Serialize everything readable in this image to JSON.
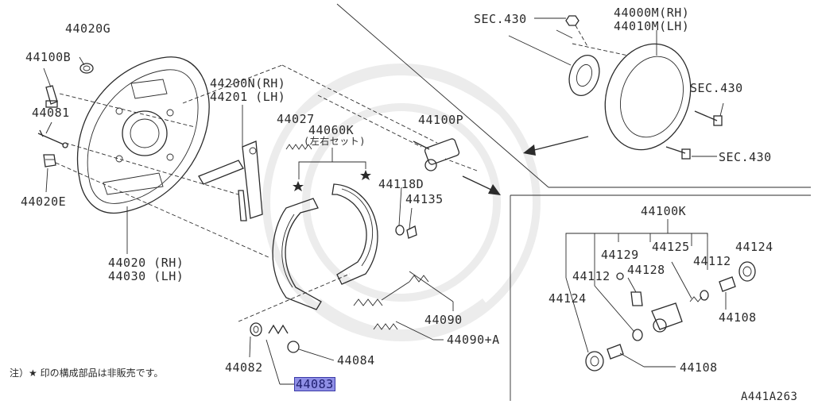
{
  "labels": {
    "sec430_top": "SEC.430",
    "drum_rh": "44000M(RH)",
    "drum_lh": "44010M(LH)",
    "sec430_mid": "SEC.430",
    "sec430_bot": "SEC.430",
    "p44020g": "44020G",
    "p44100b": "44100B",
    "p44081": "44081",
    "p44020e": "44020E",
    "lever_rh": "44200N(RH)",
    "lever_lh": "44201 (LH)",
    "p44027": "44027",
    "shoe_set": "44060K",
    "shoe_set_note": "(左右セット)",
    "p44100p": "44100P",
    "p44118d": "44118D",
    "p44135": "44135",
    "plate_rh": "44020 (RH)",
    "plate_lh": "44030 (LH)",
    "p44090": "44090",
    "p44090a": "44090+A",
    "p44082": "44082",
    "p44084": "44084",
    "p44083": "44083",
    "footnote": "注）★ 印の構成部品は非販売です。",
    "cyl_assy": "44100K",
    "p44129": "44129",
    "p44125": "44125",
    "p44124_r": "44124",
    "p44112_l": "44112",
    "p44128": "44128",
    "p44112_r": "44112",
    "p44124_l": "44124",
    "p44108_r": "44108",
    "p44108_l": "44108",
    "diagram_code": "A441A263"
  }
}
